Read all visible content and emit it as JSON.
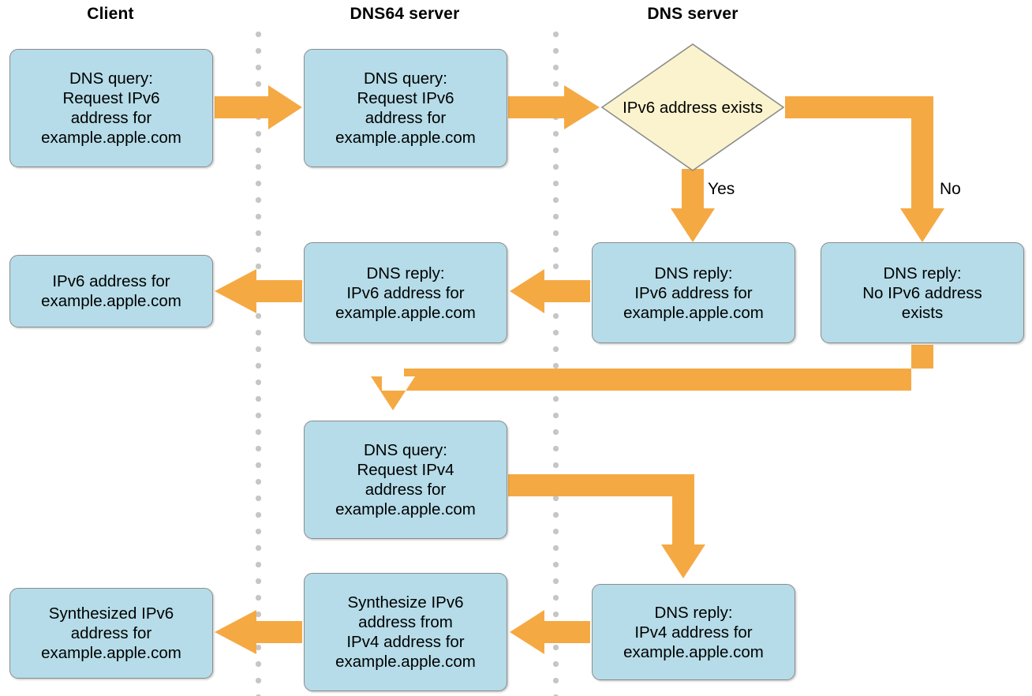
{
  "diagram": {
    "title": "DNS64 address synthesis flow",
    "colors": {
      "node_fill": "#b5dce8",
      "node_border": "#8c8c8c",
      "decision_fill": "#fbf3cd",
      "decision_border": "#8c8c8c",
      "arrow": "#f5a943",
      "divider_dot": "#c6c6c6",
      "text": "#000000",
      "background": "#ffffff"
    },
    "columns": [
      {
        "id": "client",
        "label": "Client"
      },
      {
        "id": "dns64-server",
        "label": "DNS64 server"
      },
      {
        "id": "dns-server",
        "label": "DNS server"
      }
    ],
    "nodes": {
      "client_query": {
        "lines": [
          "DNS query:",
          "Request IPv6",
          "address for",
          "example.apple.com"
        ]
      },
      "dns64_query": {
        "lines": [
          "DNS query:",
          "Request IPv6",
          "address for",
          "example.apple.com"
        ]
      },
      "decision": {
        "lines": [
          "IPv6",
          "address",
          "exists"
        ]
      },
      "dns_reply_ipv6": {
        "lines": [
          "DNS reply:",
          "IPv6 address for",
          "example.apple.com"
        ]
      },
      "dns_reply_no_ipv6": {
        "lines": [
          "DNS reply:",
          "No IPv6 address",
          "exists"
        ]
      },
      "dns64_reply_ipv6": {
        "lines": [
          "DNS reply:",
          "IPv6 address for",
          "example.apple.com"
        ]
      },
      "client_result_ipv6": {
        "lines": [
          "IPv6 address for",
          "example.apple.com"
        ]
      },
      "dns64_query_ipv4": {
        "lines": [
          "DNS query:",
          "Request IPv4",
          "address for",
          "example.apple.com"
        ]
      },
      "dns_reply_ipv4": {
        "lines": [
          "DNS reply:",
          "IPv4 address for",
          "example.apple.com"
        ]
      },
      "dns64_synthesize": {
        "lines": [
          "Synthesize IPv6",
          "address from",
          "IPv4 address for",
          "example.apple.com"
        ]
      },
      "client_result_synth": {
        "lines": [
          "Synthesized IPv6",
          "address for",
          "example.apple.com"
        ]
      }
    },
    "edge_labels": {
      "yes": "Yes",
      "no": "No"
    }
  }
}
